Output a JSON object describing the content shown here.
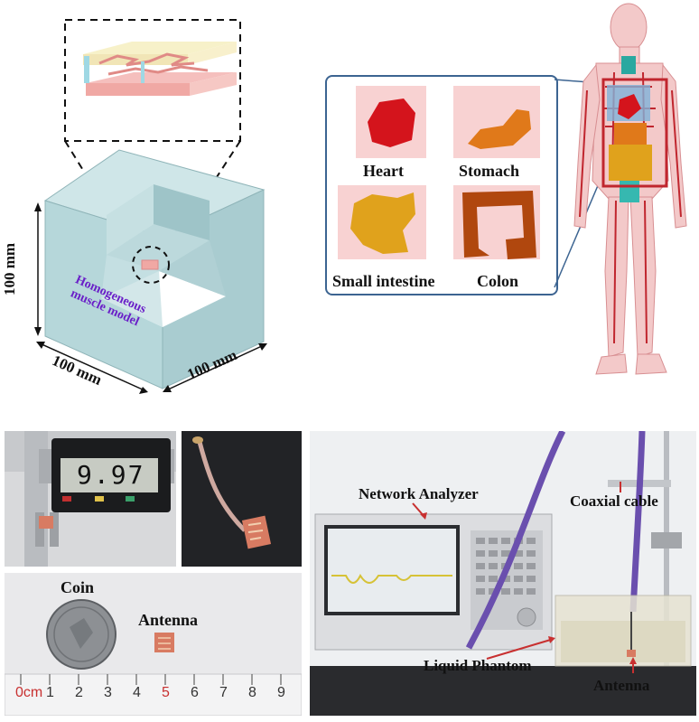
{
  "model": {
    "dim_vertical": "100 mm",
    "dim_left": "100 mm",
    "dim_right": "100 mm",
    "model_label": "Homogeneous muscle model"
  },
  "organs": {
    "heart": "Heart",
    "stomach": "Stomach",
    "small_intestine": "Small intestine",
    "colon": "Colon"
  },
  "photos": {
    "caliper_reading": "9.97",
    "coin": "Coin",
    "antenna": "Antenna",
    "ruler_unit": "0cm",
    "ruler_numbers": [
      "1",
      "2",
      "3",
      "4",
      "5",
      "6",
      "7",
      "8",
      "9"
    ],
    "network_analyzer": "Network Analyzer",
    "coaxial_cable": "Coaxial cable",
    "liquid_phantom": "Liquid Phantom",
    "antenna_setup": "Antenna"
  },
  "colors": {
    "muscle": "#b9d9dc",
    "heart": "#d4141c",
    "stomach": "#e0791a",
    "intestine": "#e0a21c",
    "colon": "#b0470e",
    "label_purple": "#6a1fc8",
    "box_blue": "#3c6491",
    "body_red": "#c0262e"
  }
}
